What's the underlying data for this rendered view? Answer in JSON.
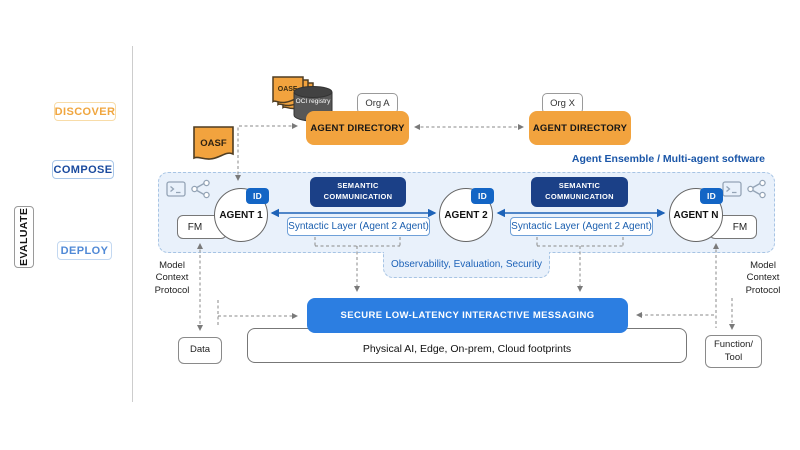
{
  "colors": {
    "orange": "#F2A33E",
    "navy": "#1B4087",
    "bright_blue": "#2C7EE1",
    "badge_blue": "#1365C5",
    "link_blue": "#1B5FAF",
    "ensemble_fill": "#E9F1FB",
    "ensemble_border": "#A7C4E4"
  },
  "sidebar": {
    "discover": "DISCOVER",
    "compose": "COMPOSE",
    "evaluate": "EVALUATE",
    "deploy": "DEPLOY"
  },
  "top": {
    "oasf_stack_label": "OASF",
    "oci_registry": "OCI registry",
    "org_a": "Org A",
    "org_x": "Org X",
    "agent_directory_left": "AGENT DIRECTORY",
    "agent_directory_right": "AGENT DIRECTORY",
    "oasf_tag": "OASF"
  },
  "ensemble": {
    "title": "Agent Ensemble / Multi-agent software",
    "agents": [
      {
        "name": "AGENT 1",
        "badge": "ID"
      },
      {
        "name": "AGENT 2",
        "badge": "ID"
      },
      {
        "name": "AGENT N",
        "badge": "ID"
      }
    ],
    "fm_left": "FM",
    "fm_right": "FM",
    "semantic_left": "SEMANTIC COMMUNICATION",
    "semantic_right": "SEMANTIC COMMUNICATION",
    "syntactic_left": "Syntactic Layer (Agent 2 Agent)",
    "syntactic_right": "Syntactic Layer (Agent 2 Agent)",
    "observability_tab": "Observability, Evaluation, Security"
  },
  "bottom": {
    "mcp_left": "Model Context Protocol",
    "mcp_right": "Model Context Protocol",
    "secure_messaging": "SECURE LOW-LATENCY INTERACTIVE MESSAGING",
    "footprints": "Physical AI, Edge, On-prem, Cloud footprints",
    "data_label": "Data",
    "function_tool": "Function/ Tool"
  },
  "icons": {
    "terminal": "terminal-window-icon",
    "graph": "workflow-graph-icon",
    "registry": "database-cylinder-icon",
    "oasf_stack": "stacked-documents-icon",
    "oasf_tag": "document-tag-icon"
  }
}
